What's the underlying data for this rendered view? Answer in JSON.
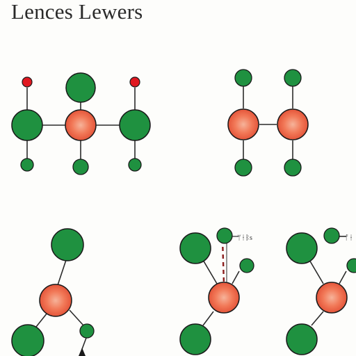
{
  "title": "Lences Lewers",
  "annotations": {
    "label_a": "ᛘᚽᛒs",
    "label_b": "ᚩᚽ"
  },
  "colors": {
    "background": "#fdfdfb",
    "outer_atom": "#1f9140",
    "center_atom": "#ef6a4a",
    "small_red_atom": "#e01820",
    "bond": "#2b2b2b",
    "dashed_bond": "#8b1c1c"
  }
}
